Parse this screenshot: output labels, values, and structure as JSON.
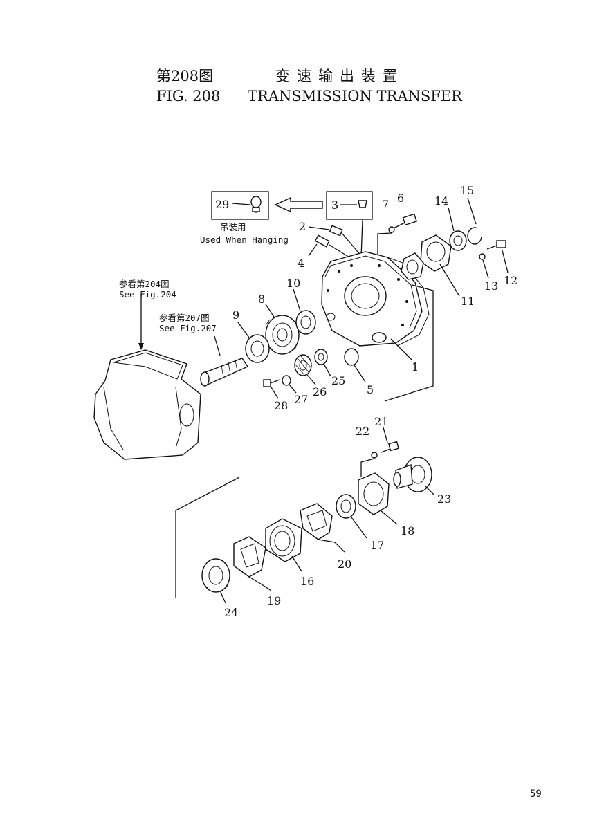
{
  "header": {
    "cn_figure": "第208图",
    "cn_title": "变速输出装置",
    "en_figure": "FIG. 208",
    "en_title": "TRANSMISSION TRANSFER"
  },
  "notes": {
    "hanging_cn": "吊装用",
    "hanging_en": "Used When Hanging",
    "ref204_cn": "参看第204图",
    "ref204_en": "See Fig.204",
    "ref207_cn": "参看第207图",
    "ref207_en": "See Fig.207"
  },
  "part_numbers": [
    "1",
    "2",
    "3",
    "4",
    "5",
    "6",
    "7",
    "8",
    "9",
    "10",
    "11",
    "12",
    "13",
    "14",
    "15",
    "16",
    "17",
    "18",
    "19",
    "20",
    "21",
    "22",
    "23",
    "24",
    "25",
    "26",
    "27",
    "28",
    "29"
  ],
  "page_number": "59"
}
